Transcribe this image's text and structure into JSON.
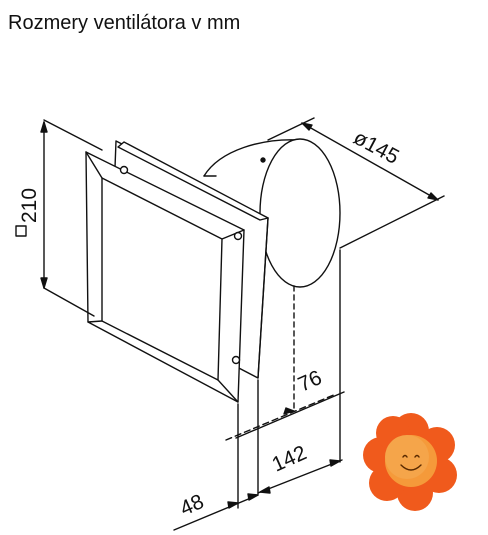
{
  "title": "Rozmery ventilátora v mm",
  "dimensions": {
    "height": "210",
    "diameter": "ø145",
    "inner_depth": "76",
    "body_depth": "142",
    "front_depth": "48"
  },
  "icons": {
    "square_symbol": "square-section-icon",
    "mascot": "smiling-flower-icon"
  },
  "colors": {
    "flower": "#f05a1c",
    "flower_center": "#f59a3a",
    "line": "#111111"
  }
}
